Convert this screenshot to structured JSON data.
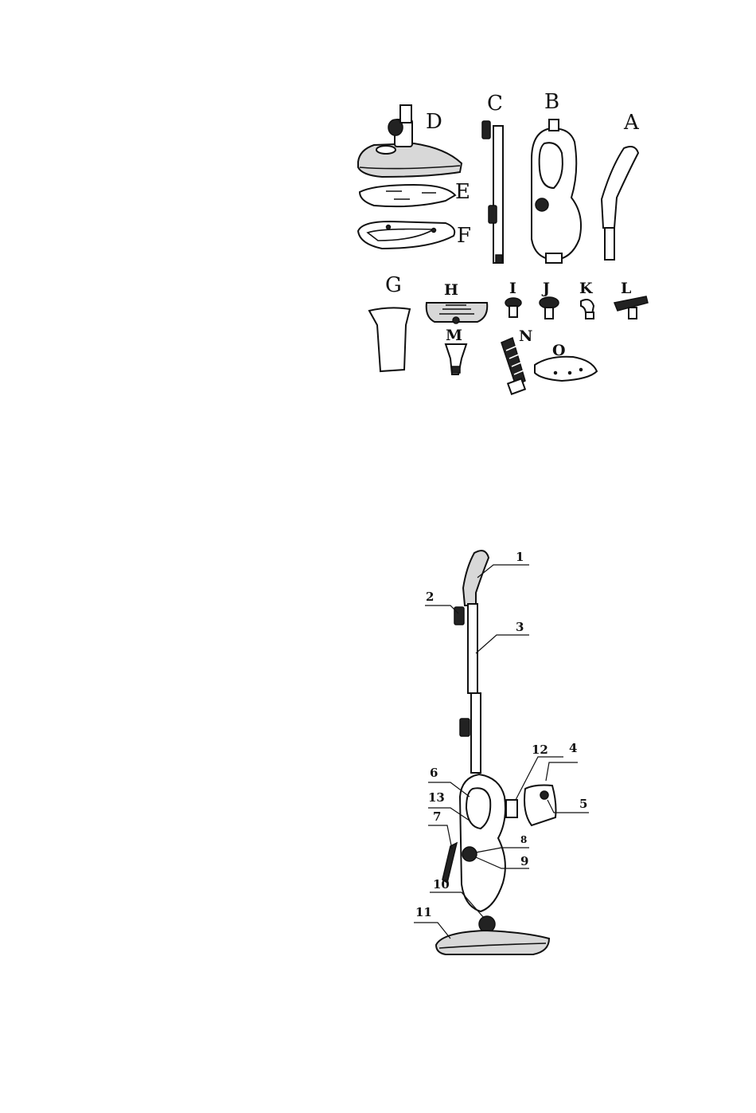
{
  "parts_diagram": {
    "labels": {
      "A": "A",
      "B": "B",
      "C": "C",
      "D": "D",
      "E": "E",
      "F": "F",
      "G": "G",
      "H": "H",
      "I": "I",
      "J": "J",
      "K": "K",
      "L": "L",
      "M": "M",
      "N": "N",
      "O": "O"
    }
  },
  "assembly_diagram": {
    "callouts": [
      "1",
      "2",
      "3",
      "4",
      "5",
      "6",
      "7",
      "8",
      "9",
      "10",
      "11",
      "12",
      "13"
    ]
  }
}
